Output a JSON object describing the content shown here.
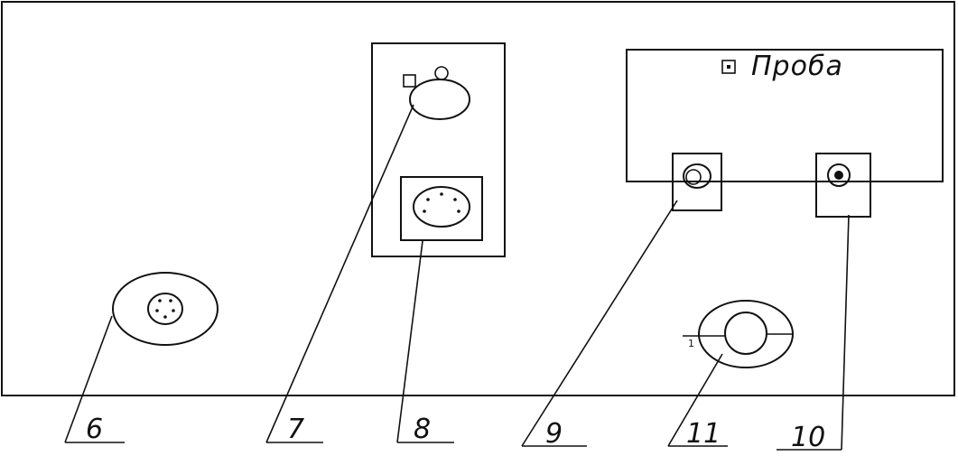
{
  "panel": {
    "probe_box_label": "Проба",
    "tick_mark": "1"
  },
  "callouts": [
    {
      "id": "6",
      "label": "6"
    },
    {
      "id": "7",
      "label": "7"
    },
    {
      "id": "8",
      "label": "8"
    },
    {
      "id": "9",
      "label": "9"
    },
    {
      "id": "11",
      "label": "11"
    },
    {
      "id": "10",
      "label": "10"
    }
  ],
  "colors": {
    "ink": "#111111",
    "paper": "#ffffff"
  }
}
